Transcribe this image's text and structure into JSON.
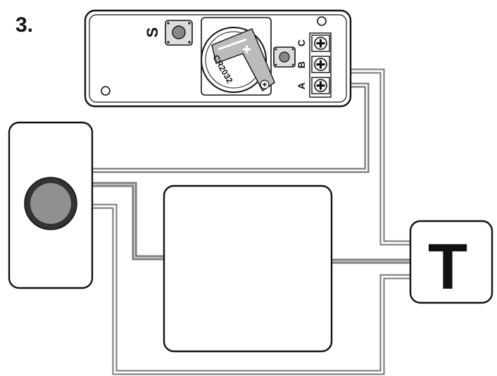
{
  "step_number": "3.",
  "module": {
    "button_label": "S",
    "battery_label": "CR2032",
    "terminals": [
      {
        "label": "C"
      },
      {
        "label": "B"
      },
      {
        "label": "A"
      }
    ]
  },
  "transformer": {
    "label": "T"
  },
  "icons": {
    "terminal": "terminal-screw-icon",
    "button": "push-button-icon",
    "battery": "coin-battery-icon",
    "doorbell": "doorbell-button-icon"
  }
}
